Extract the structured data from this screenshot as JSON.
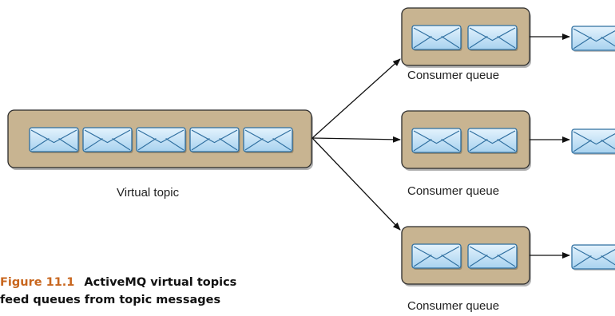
{
  "diagram": {
    "topic": {
      "label": "Virtual topic",
      "message_count": 5
    },
    "consumer_queues": [
      {
        "label": "Consumer queue",
        "message_count": 2
      },
      {
        "label": "Consumer queue",
        "message_count": 2
      },
      {
        "label": "Consumer queue",
        "message_count": 2
      }
    ],
    "colors": {
      "box_fill": "#c8b491",
      "box_stroke": "#2a2a2a",
      "envelope_fill": "#bfe0f5",
      "envelope_stroke": "#2f6fa0",
      "arrow": "#111111"
    }
  },
  "caption": {
    "figure_number": "Figure 11.1",
    "line1": "ActiveMQ virtual topics",
    "line2": "feed queues from topic messages"
  }
}
